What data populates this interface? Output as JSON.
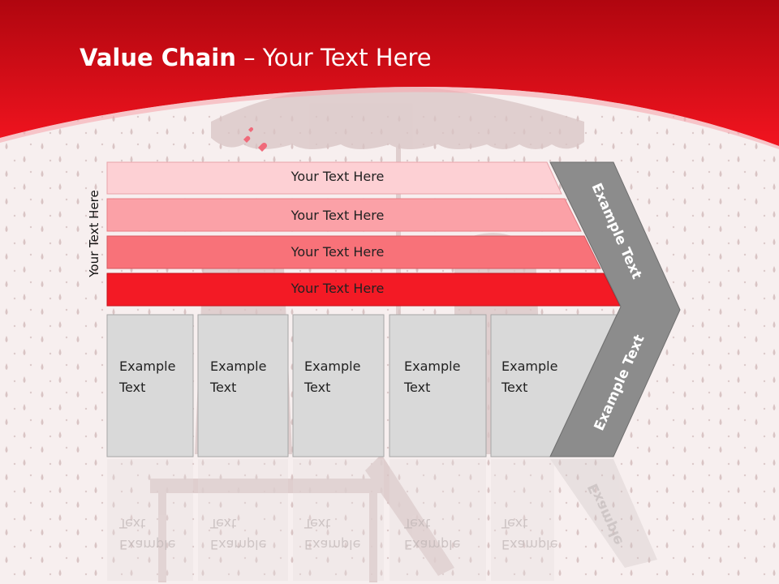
{
  "slide": {
    "title_bold": "Value Chain",
    "title_rest": " – Your Text Here",
    "side_label": "Your Text Here"
  },
  "bands": [
    {
      "label": "Your Text Here",
      "color": "#fdd0d4"
    },
    {
      "label": "Your Text Here",
      "color": "#fba1a7"
    },
    {
      "label": "Your Text Here",
      "color": "#f87279"
    },
    {
      "label": "Your Text Here",
      "color": "#f31a25"
    }
  ],
  "boxes": [
    {
      "line1": "Example",
      "line2": "Text"
    },
    {
      "line1": "Example",
      "line2": "Text"
    },
    {
      "line1": "Example",
      "line2": "Text"
    },
    {
      "line1": "Example",
      "line2": "Text"
    },
    {
      "line1": "Example",
      "line2": "Text"
    }
  ],
  "chevron": {
    "upper_text": "Example Text",
    "lower_text": "Example Text"
  },
  "reflection": {
    "box_line1": "Example",
    "box_line2": "Text",
    "chevron_text": "Example"
  },
  "colors": {
    "header_red": "#e8141e",
    "box_fill": "#d9d9d9",
    "chevron_gray": "#8c8c8c"
  }
}
